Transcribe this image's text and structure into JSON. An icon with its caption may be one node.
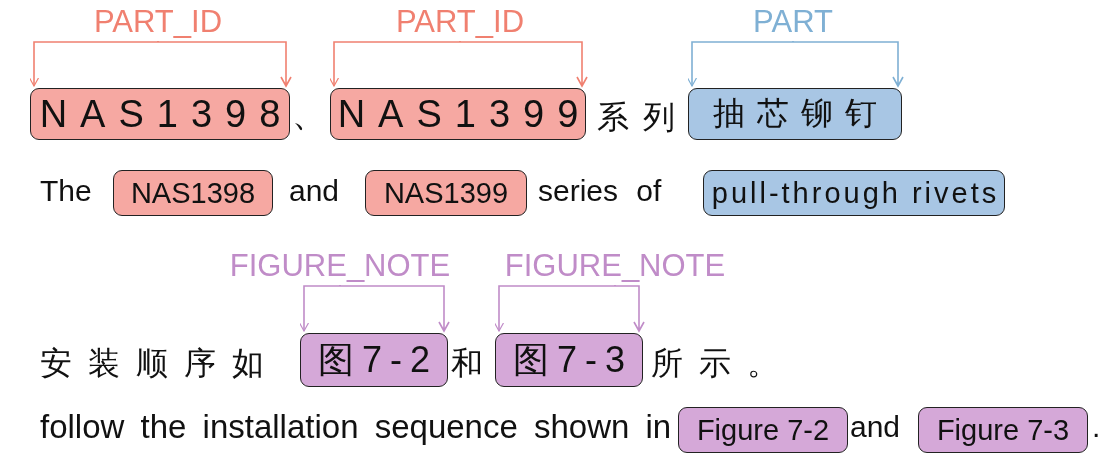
{
  "diagram": {
    "nodes": [
      {
        "text": [
          "PART_ID"
        ]
      },
      {
        "text": [
          "PART_ID"
        ]
      },
      {
        "text": [
          "PART"
        ]
      },
      {
        "text": [
          "NAS1398"
        ]
      },
      {
        "text": [
          "NAS1399"
        ]
      },
      {
        "text": [
          "抽芯铆钉"
        ]
      },
      {
        "text": [
          "NAS1398"
        ]
      },
      {
        "text": [
          "NAS1399"
        ]
      },
      {
        "text": [
          "pull-through rivets"
        ]
      },
      {
        "text": [
          "FIGURE_NOTE"
        ]
      },
      {
        "text": [
          "FIGURE_NOTE"
        ]
      },
      {
        "text": [
          "图7-2"
        ]
      },
      {
        "text": [
          "图7-3"
        ]
      },
      {
        "text": [
          "Figure 7-2"
        ]
      },
      {
        "text": [
          "Figure 7-3"
        ]
      }
    ],
    "edges": [
      {
        "from": 0,
        "to": 3,
        "arrow": "to",
        "color": "#f08070"
      },
      {
        "from": 1,
        "to": 4,
        "arrow": "to",
        "color": "#f08070"
      },
      {
        "from": 2,
        "to": 5,
        "arrow": "to",
        "color": "#7fb0d4"
      },
      {
        "from": 9,
        "to": 11,
        "arrow": "to",
        "color": "#c08cc8"
      },
      {
        "from": 10,
        "to": 12,
        "arrow": "to",
        "color": "#c08cc8"
      }
    ],
    "labels": [
      "、",
      "系列",
      "The",
      "and",
      "series of",
      "安装顺序如",
      "和",
      "所示。",
      "follow the installation sequence shown in",
      "and",
      "."
    ]
  }
}
